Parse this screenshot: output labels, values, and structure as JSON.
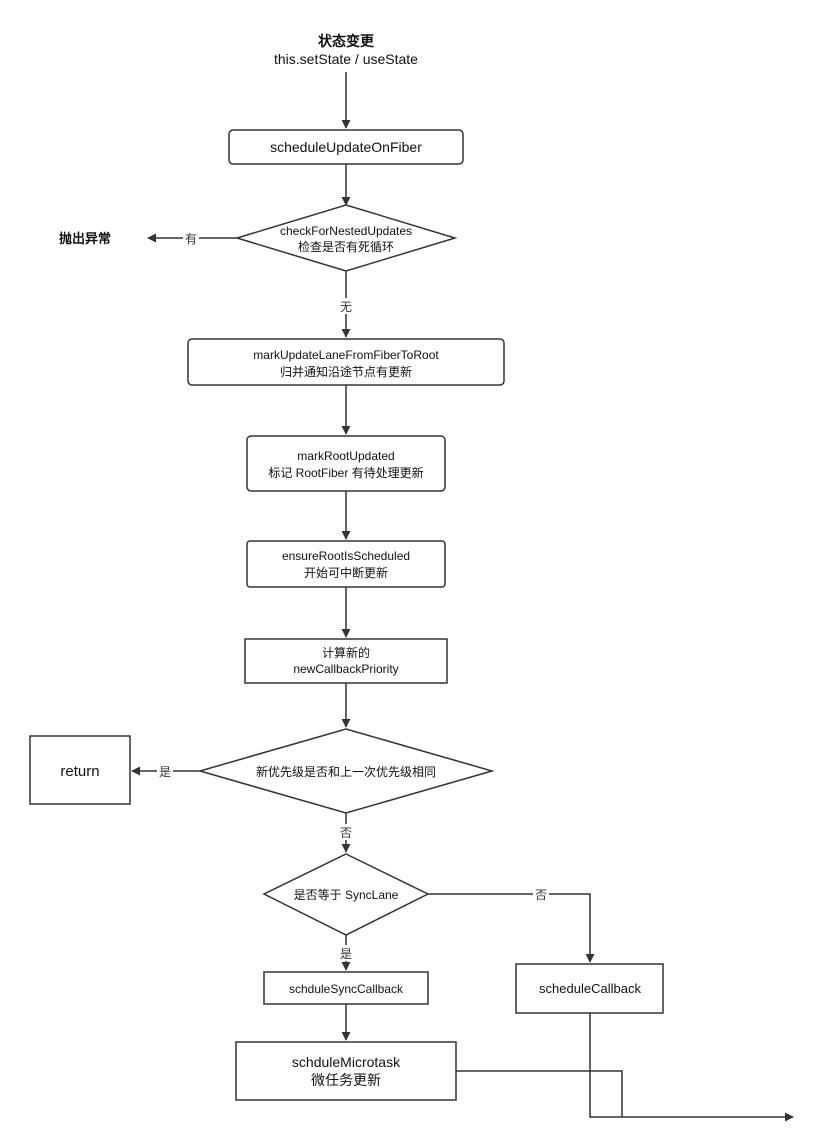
{
  "start": {
    "line1": "状态变更",
    "line2": "this.setState / useState"
  },
  "schedule_update": "scheduleUpdateOnFiber",
  "check_nested": {
    "line1": "checkForNestedUpdates",
    "line2": "检查是否有死循环"
  },
  "throw_error": "抛出异常",
  "edge_has": "有",
  "edge_none": "无",
  "mark_lane": {
    "line1": "markUpdateLaneFromFiberToRoot",
    "line2": "归并通知沿途节点有更新"
  },
  "mark_root": {
    "line1": "markRootUpdated",
    "line2": "标记 RootFiber 有待处理更新"
  },
  "ensure_root": {
    "line1": "ensureRootIsScheduled",
    "line2": "开始可中断更新"
  },
  "compute_priority": {
    "line1": "计算新的",
    "line2": "newCallbackPriority"
  },
  "same_priority": "新优先级是否和上一次优先级相同",
  "return_box": "return",
  "edge_yes_return": "是",
  "edge_no_priority": "否",
  "is_sync": "是否等于 SyncLane",
  "edge_no_sync": "否",
  "edge_yes_sync": "是",
  "sync_callback": "schduleSyncCallback",
  "schedule_callback": "scheduleCallback",
  "microtask": {
    "line1": "schduleMicrotask",
    "line2": "微任务更新"
  },
  "colors": {
    "stroke": "#333333",
    "text": "#111111"
  }
}
